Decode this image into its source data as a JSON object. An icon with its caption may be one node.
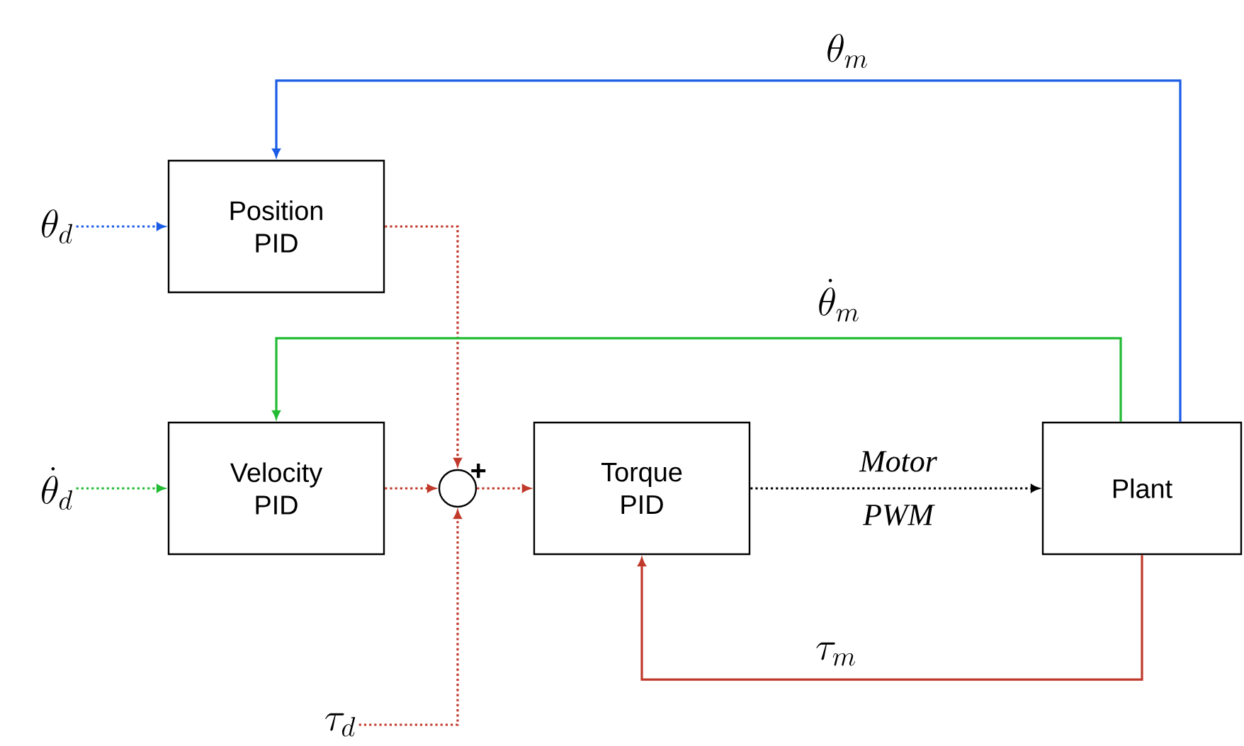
{
  "diagram": {
    "nodes": [
      {
        "text": [
          "\\theta_d"
        ]
      },
      {
        "text": [
          "Position PID"
        ]
      },
      {
        "text": [
          "\\dot{\\theta}_d"
        ]
      },
      {
        "text": [
          "Velocity PID"
        ]
      },
      {
        "text": [],
        "shape": "circle",
        "beside": [
          "+"
        ]
      },
      {
        "text": [
          "Torque PID"
        ]
      },
      {
        "text": [
          "Plant"
        ]
      },
      {
        "text": [
          "\\tau_d"
        ]
      }
    ],
    "edges": [
      {
        "from": 0,
        "to": 1,
        "arrow": "to",
        "style": "dashed",
        "color": "#1a5ce6"
      },
      {
        "from": 1,
        "to": 4,
        "arrow": "to",
        "style": "dashed",
        "color": "#c0392b"
      },
      {
        "from": 2,
        "to": 3,
        "arrow": "to",
        "style": "dashed",
        "color": "#22bb33"
      },
      {
        "from": 3,
        "to": 4,
        "arrow": "to",
        "style": "dashed",
        "color": "#c0392b"
      },
      {
        "from": 7,
        "to": 4,
        "arrow": "to",
        "style": "dashed",
        "color": "#c0392b"
      },
      {
        "from": 4,
        "to": 5,
        "arrow": "to",
        "style": "dashed",
        "color": "#c0392b"
      },
      {
        "from": 5,
        "to": 6,
        "arrow": "to",
        "style": "dashed",
        "color": "#000000",
        "label": "Motor PWM"
      },
      {
        "from": 6,
        "to": 5,
        "arrow": "to",
        "color": "#c0392b",
        "label": "\\tau_m"
      },
      {
        "from": 6,
        "to": 3,
        "arrow": "to",
        "color": "#22bb33",
        "label": "\\dot{\\theta}_m"
      },
      {
        "from": 6,
        "to": 1,
        "arrow": "to",
        "color": "#1a5ce6",
        "label": "\\theta_m"
      }
    ]
  }
}
